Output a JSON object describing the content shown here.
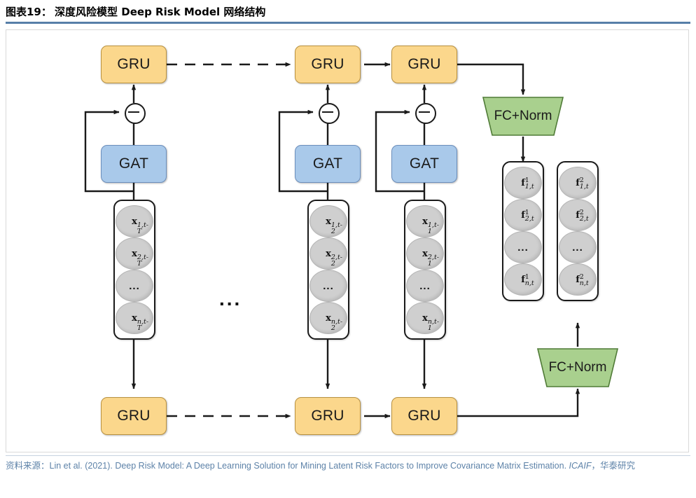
{
  "header": {
    "label": "图表19：",
    "title": "深度风险模型 Deep Risk Model 网络结构",
    "rule_color": "#577fa8"
  },
  "colors": {
    "gru_fill": "#fbd78c",
    "gru_stroke": "#b9913f",
    "gat_fill": "#a9c9ea",
    "gat_stroke": "#6b8ebc",
    "fcnorm_fill": "#a9d08e",
    "fcnorm_stroke": "#4f7a36",
    "node_circle_fill": "#cfcfcf",
    "line": "#1a1a1a",
    "frame": "#d9d9d9",
    "source_text": "#5d82a8"
  },
  "diagram": {
    "type": "neural-network-architecture",
    "gru_top": [
      {
        "label": "GRU",
        "timestep": "t-T"
      },
      {
        "label": "GRU",
        "timestep": "t-2"
      },
      {
        "label": "GRU",
        "timestep": "t-1"
      }
    ],
    "gru_bottom": [
      {
        "label": "GRU",
        "timestep": "t-T"
      },
      {
        "label": "GRU",
        "timestep": "t-2"
      },
      {
        "label": "GRU",
        "timestep": "t-1"
      }
    ],
    "gat_blocks": [
      {
        "label": "GAT"
      },
      {
        "label": "GAT"
      },
      {
        "label": "GAT"
      }
    ],
    "fc_norm_top": {
      "label": "FC+Norm"
    },
    "fc_norm_bottom": {
      "label": "FC+Norm"
    },
    "input_columns": [
      {
        "timestep": "t-T",
        "nodes": [
          {
            "base": "x",
            "sub": "1,t-T"
          },
          {
            "base": "x",
            "sub": "2,t-T"
          },
          {
            "base": "...",
            "sub": ""
          },
          {
            "base": "x",
            "sub": "n,t-T"
          }
        ]
      },
      {
        "timestep": "t-2",
        "nodes": [
          {
            "base": "x",
            "sub": "1,t-2"
          },
          {
            "base": "x",
            "sub": "2,t-2"
          },
          {
            "base": "...",
            "sub": ""
          },
          {
            "base": "x",
            "sub": "n,t-2"
          }
        ]
      },
      {
        "timestep": "t-1",
        "nodes": [
          {
            "base": "x",
            "sub": "1,t-1"
          },
          {
            "base": "x",
            "sub": "2,t-1"
          },
          {
            "base": "...",
            "sub": ""
          },
          {
            "base": "x",
            "sub": "n,t-1"
          }
        ]
      }
    ],
    "output_columns": [
      {
        "superscript": "1",
        "nodes": [
          {
            "base": "f",
            "sup": "1",
            "sub": "1,t"
          },
          {
            "base": "f",
            "sup": "1",
            "sub": "2,t"
          },
          {
            "base": "...",
            "sup": "",
            "sub": ""
          },
          {
            "base": "f",
            "sup": "1",
            "sub": "n,t"
          }
        ]
      },
      {
        "superscript": "2",
        "nodes": [
          {
            "base": "f",
            "sup": "2",
            "sub": "1,t"
          },
          {
            "base": "f",
            "sup": "2",
            "sub": "2,t"
          },
          {
            "base": "...",
            "sup": "",
            "sub": ""
          },
          {
            "base": "f",
            "sup": "2",
            "sub": "n,t"
          }
        ]
      }
    ],
    "sequence_ellipsis": "...",
    "merge_operator": "⊖"
  },
  "source": {
    "prefix": "资料来源：",
    "citation": "Lin et al. (2021). Deep Risk Model: A Deep Learning Solution for Mining Latent Risk Factors to Improve Covariance Matrix Estimation. ",
    "venue": "ICAIF",
    "suffix": "，华泰研究"
  }
}
